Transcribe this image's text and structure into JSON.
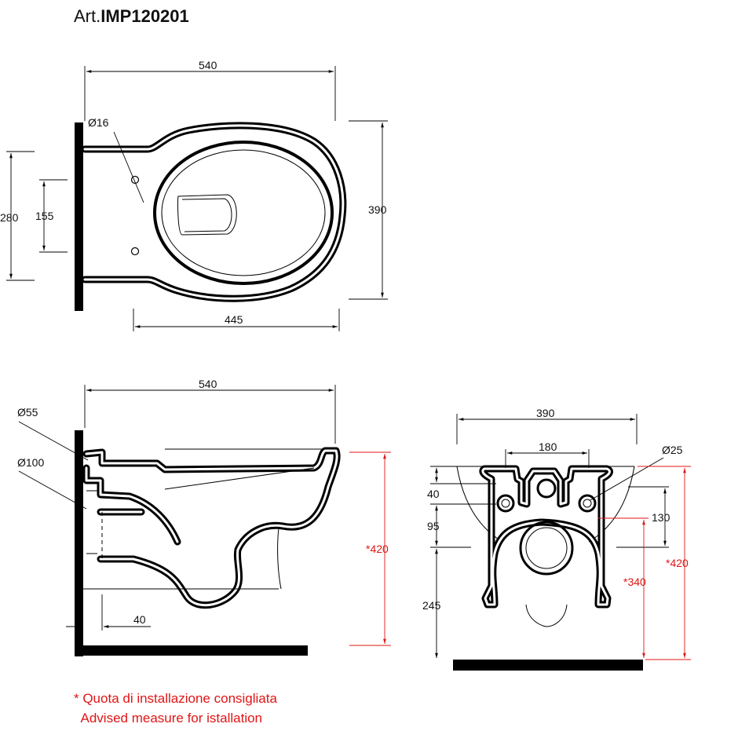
{
  "article": {
    "prefix": "Art.",
    "code": "IMP120201"
  },
  "top_view": {
    "width_total": "540",
    "depth": "390",
    "length_bowl": "445",
    "height_outer": "280",
    "height_inner": "155",
    "hole_diameter": "Ø16"
  },
  "side_view": {
    "width_total": "540",
    "outlet_diameter": "Ø55",
    "inlet_diameter": "Ø100",
    "offset": "40",
    "install_height": "*420"
  },
  "front_view": {
    "width": "390",
    "bolt_spacing": "180",
    "bolt_diameter": "Ø25",
    "dim_40": "40",
    "dim_95": "95",
    "dim_245": "245",
    "dim_130": "130",
    "install_340": "*340",
    "install_420": "*420"
  },
  "note": {
    "italian": "* Quota di installazione consigliata",
    "english": "  Advised measure for istallation"
  },
  "colors": {
    "annotation_red": "#e01515",
    "line": "#000000"
  }
}
